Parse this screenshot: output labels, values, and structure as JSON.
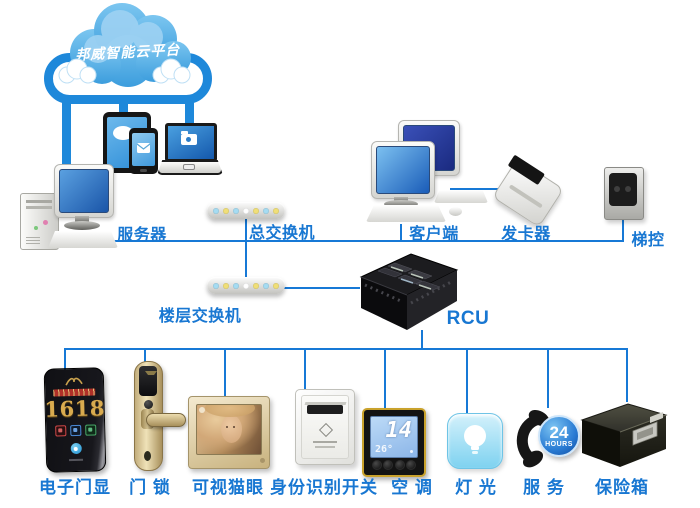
{
  "colors": {
    "connector": "#1779d6",
    "tube": "#1e88da",
    "label": "#1877d2",
    "cloud_fill": "#55b0e8"
  },
  "cloud": {
    "title": "邦威智能云平台"
  },
  "network_nodes": {
    "server": {
      "label": "服务器"
    },
    "main_switch": {
      "label": "总交换机"
    },
    "client": {
      "label": "客户端"
    },
    "card_issuer": {
      "label": "发卡器"
    },
    "elevator_control": {
      "label": "梯控"
    },
    "floor_switch": {
      "label": "楼层交换机"
    },
    "rcu": {
      "label": "RCU"
    }
  },
  "room_devices": [
    {
      "id": "door-display",
      "label": "电子门显",
      "room_number": "1618"
    },
    {
      "id": "door-lock",
      "label": "门 锁"
    },
    {
      "id": "video-peephole",
      "label": "可视猫眼"
    },
    {
      "id": "identity-switch",
      "label": "身份识别开关"
    },
    {
      "id": "air-conditioner",
      "label": "空 调",
      "set_temp": "14",
      "room_temp": "26°"
    },
    {
      "id": "lighting",
      "label": "灯 光"
    },
    {
      "id": "service",
      "label": "服 务",
      "badge_number": "24",
      "badge_text": "HOURS"
    },
    {
      "id": "safe-box",
      "label": "保险箱"
    }
  ]
}
